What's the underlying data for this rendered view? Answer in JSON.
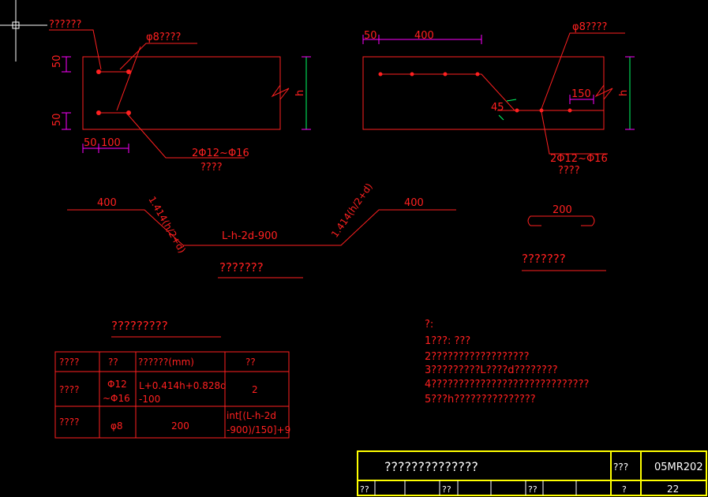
{
  "colors": {
    "background": "#000000",
    "drawing": "#ff2020",
    "dimension": "#ff00ff",
    "extension": "#00ff66",
    "frame": "#ffff00",
    "text_white": "#ffffff"
  },
  "top_left": {
    "label_tl": "??????",
    "label_d8": "φ8????",
    "dim_50_top": "50",
    "dim_50_bottom": "50",
    "dim_h": "h",
    "dim_50": "50",
    "dim_100": "100",
    "label_bars": "2Φ12~Φ16",
    "label_bars_sub": "????"
  },
  "top_right": {
    "dim_50": "50",
    "dim_400": "400",
    "label_d8": "φ8????",
    "dim_150": "150",
    "dim_h": "h",
    "angle_45": "45",
    "label_bars": "2Φ12~Φ16",
    "label_bars_sub": "????"
  },
  "bent_bar": {
    "dim_left_400": "400",
    "dim_right_400": "400",
    "slope_left": "1.414(h/2+d)",
    "slope_right": "1.414(h/2+d)",
    "bottom_len": "L-h-2d-900",
    "caption": "???????"
  },
  "stirrup": {
    "dim_200": "200",
    "caption": "???????"
  },
  "table": {
    "title": "?????????",
    "headers": [
      "????",
      "??",
      "??????(mm)",
      "??"
    ],
    "rows": [
      {
        "c0": "????",
        "c1a": "Φ12",
        "c1b": "~Φ16",
        "c2a": "L+0.414h+0.828d",
        "c2b": "-100",
        "c3": "2"
      },
      {
        "c0": "????",
        "c1a": "φ8",
        "c1b": "",
        "c2a": "200",
        "c2b": "",
        "c3a": "int[(L-h-2d",
        "c3b": "-900)/150]+9"
      }
    ]
  },
  "notes": [
    "?:",
    "1???:  ???",
    "2??????????????????",
    "3?????????L????d????????",
    "4?????????????????????????????",
    "5???h???????????????"
  ],
  "title_block": {
    "title": "??????????????",
    "label_code": "???",
    "code": "05MR202",
    "bottom_cells": [
      "??",
      "??",
      "??",
      "?"
    ],
    "page_num": "22"
  }
}
